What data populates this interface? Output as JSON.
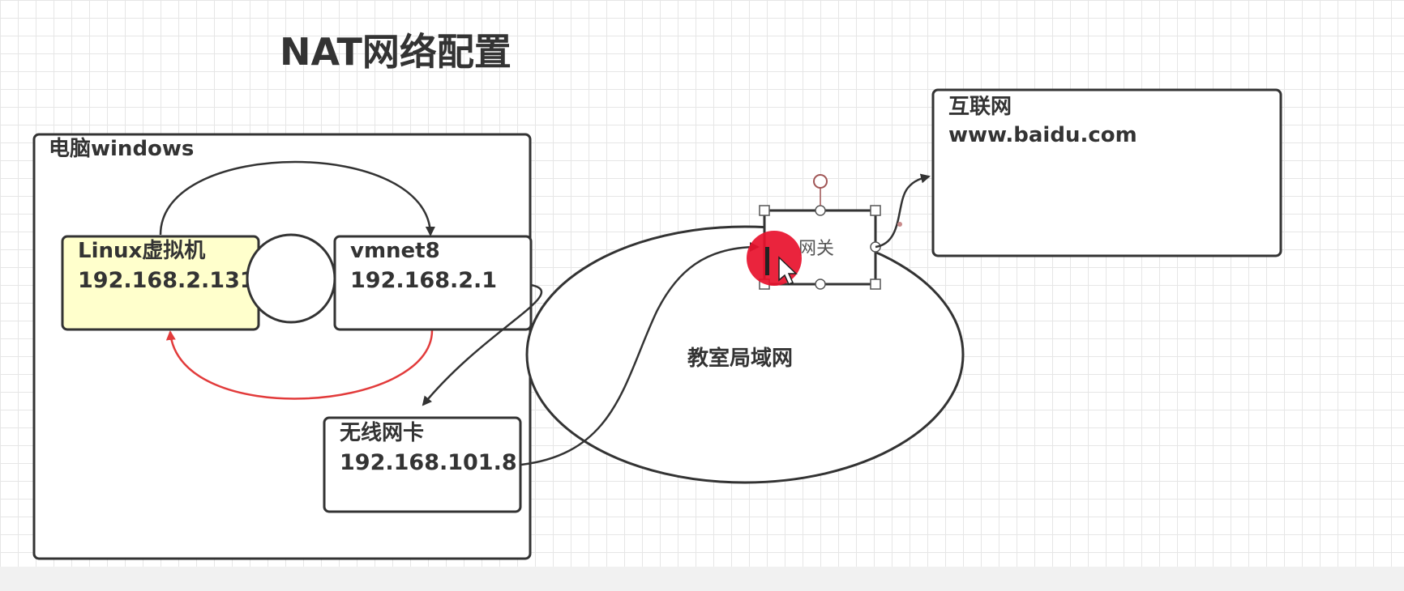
{
  "title": "NAT网络配置",
  "host_box": {
    "label": "电脑windows"
  },
  "linux_vm": {
    "name": "Linux虚拟机",
    "ip": "192.168.2.131"
  },
  "vmnet8": {
    "name": "vmnet8",
    "ip": "192.168.2.1"
  },
  "wireless_nic": {
    "name": "无线网卡",
    "ip": "192.168.101.8"
  },
  "lan": {
    "label": "教室局域网"
  },
  "gateway": {
    "label": "网关"
  },
  "internet": {
    "name": "互联网",
    "url": "www.baidu.com"
  },
  "colors": {
    "vm_fill": "#ffffcc",
    "return_arrow": "#e23b3b",
    "cursor_marker": "#e8112d"
  }
}
